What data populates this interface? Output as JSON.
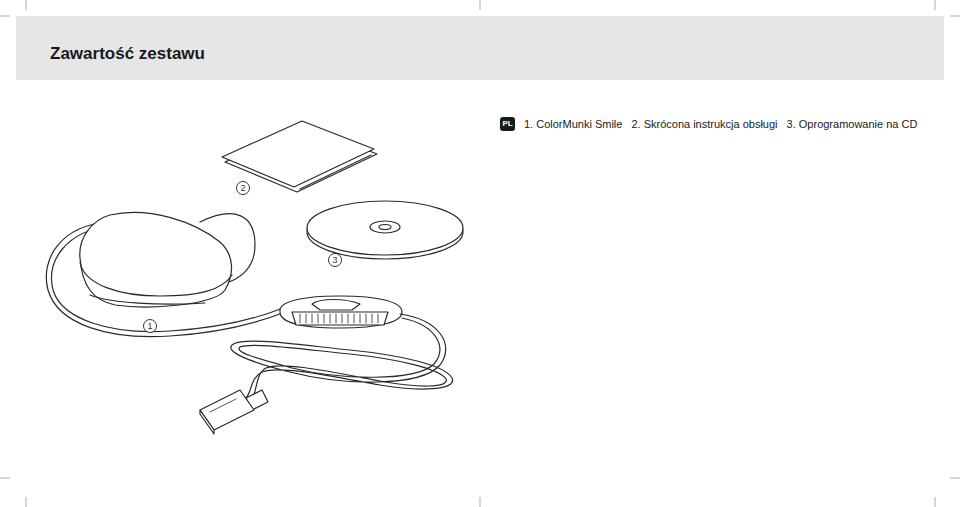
{
  "diagram": {
    "title": "Zawartość zestawu",
    "nodes": [
      {
        "text": [
          "PL"
        ]
      },
      {
        "text": [
          "2"
        ]
      },
      {
        "text": [
          "3"
        ]
      },
      {
        "text": [
          "1"
        ]
      }
    ],
    "labels": [
      "1. ColorMunki Smile",
      "2. Skrócona instrukcja obsługi",
      "3. Oprogramowanie na CD"
    ]
  }
}
